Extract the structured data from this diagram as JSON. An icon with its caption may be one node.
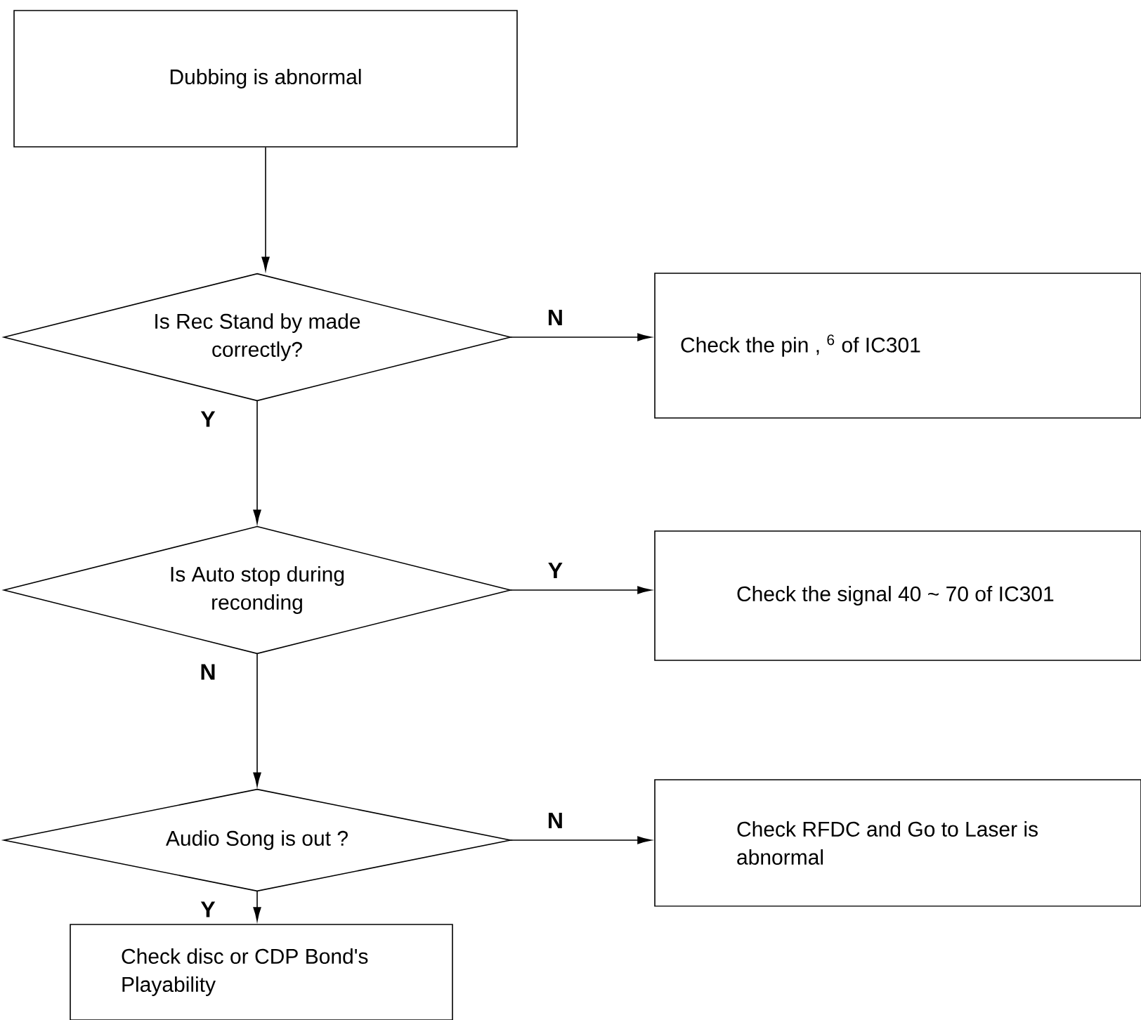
{
  "diagram": {
    "nodes": [
      {
        "text": [
          "Dubbing is  abnormal"
        ]
      },
      {
        "text": [
          "Is Rec Stand by made correctly?"
        ]
      },
      {
        "text": [
          "Check the pin     , $^{6}$ of IC301"
        ]
      },
      {
        "text": [
          "Is Auto stop during reconding"
        ]
      },
      {
        "text": [
          "Check the signal 40 ~ 70 of IC301"
        ]
      },
      {
        "text": [
          "Audio Song is out ?"
        ]
      },
      {
        "text": [
          "Check RFDC and Go to Laser is abnormal"
        ]
      },
      {
        "text": [
          "Check disc or CDP Bond's Playability"
        ]
      }
    ],
    "edges": [
      {
        "from": 0,
        "to": 1,
        "arrow": "to"
      },
      {
        "from": 1,
        "to": 2,
        "arrow": "to",
        "label": "N"
      },
      {
        "from": 1,
        "to": 3,
        "arrow": "to",
        "label": "Y"
      },
      {
        "from": 3,
        "to": 4,
        "arrow": "to",
        "label": "Y"
      },
      {
        "from": 3,
        "to": 5,
        "arrow": "to",
        "label": "N"
      },
      {
        "from": 5,
        "to": 6,
        "arrow": "to",
        "label": "N"
      },
      {
        "from": 5,
        "to": 7,
        "arrow": "to",
        "label": "Y"
      }
    ]
  }
}
